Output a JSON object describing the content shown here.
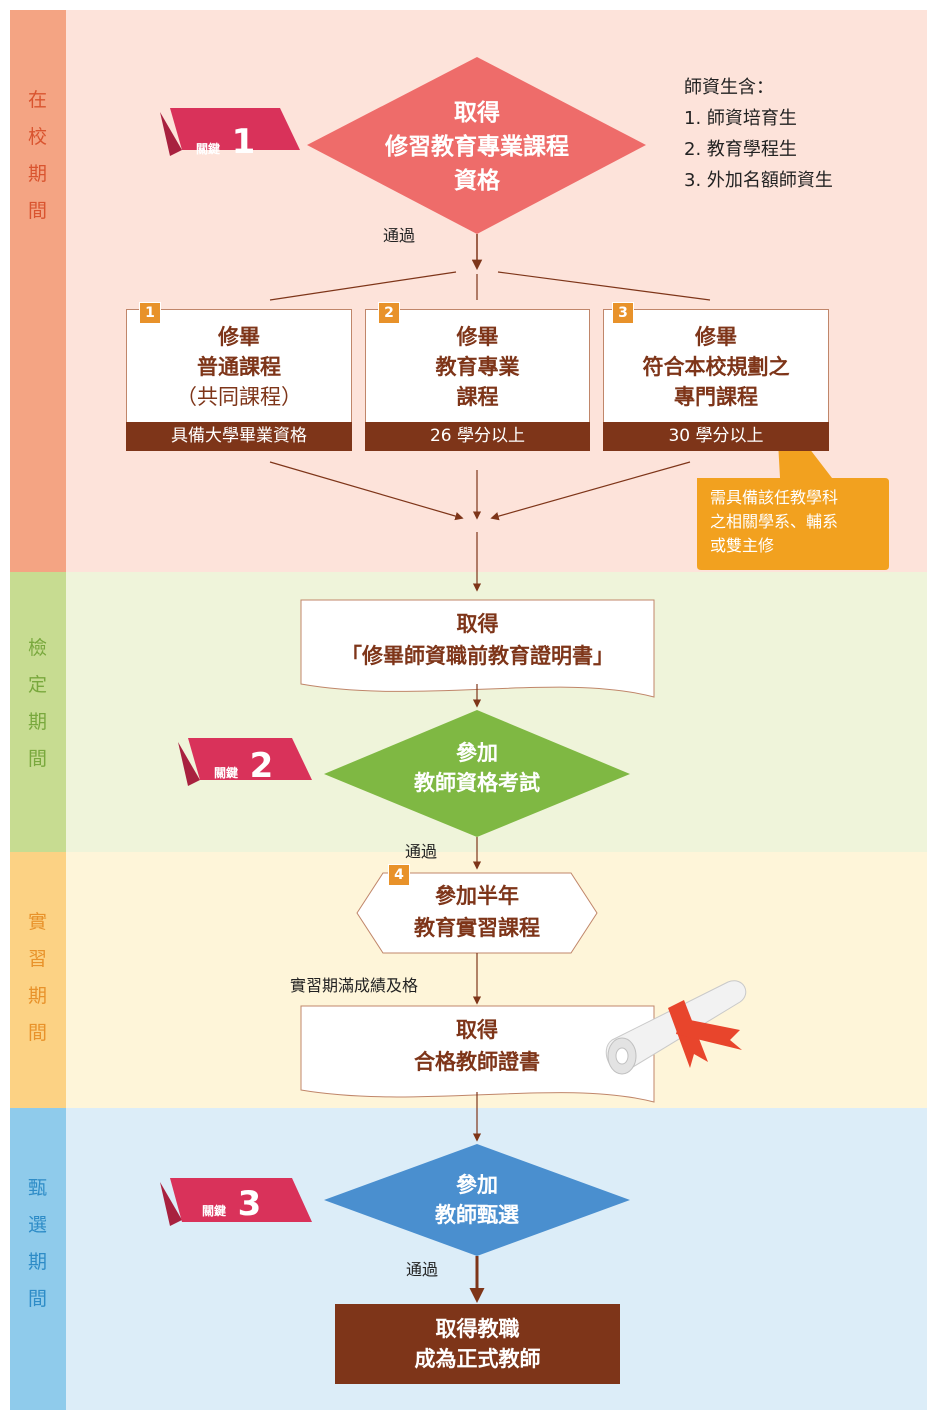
{
  "phases": [
    {
      "label": "在校期間",
      "bar_color": "#f4a483",
      "bg_color": "#fde3da",
      "text_color": "#d9542f"
    },
    {
      "label": "檢定期間",
      "bar_color": "#c7dc91",
      "bg_color": "#eff4da",
      "text_color": "#79a83d"
    },
    {
      "label": "實習期間",
      "bar_color": "#fcd284",
      "bg_color": "#fef5d9",
      "text_color": "#e8922a"
    },
    {
      "label": "甄選期間",
      "bar_color": "#8fcbeb",
      "bg_color": "#dcedf8",
      "text_color": "#2e8cc7"
    }
  ],
  "keys": [
    {
      "label": "關鍵",
      "number": "1"
    },
    {
      "label": "關鍵",
      "number": "2"
    },
    {
      "label": "關鍵",
      "number": "3"
    }
  ],
  "step1": {
    "line1": "取得",
    "line2": "修習教育專業課程",
    "line3": "資格"
  },
  "note": {
    "title": "師資生含：",
    "items": [
      "1. 師資培育生",
      "2. 教育學程生",
      "3. 外加名額師資生"
    ]
  },
  "pass_label": "通過",
  "courses": [
    {
      "badge": "1",
      "lines": [
        "修畢",
        "普通課程",
        "（共同課程）"
      ],
      "footer": "具備大學畢業資格"
    },
    {
      "badge": "2",
      "lines": [
        "修畢",
        "教育專業",
        "課程"
      ],
      "footer": "26 學分以上"
    },
    {
      "badge": "3",
      "lines": [
        "修畢",
        "符合本校規劃之",
        "專門課程"
      ],
      "footer": "30 學分以上"
    }
  ],
  "callout": {
    "lines": [
      "需具備該任教學科",
      "之相關學系、輔系",
      "或雙主修"
    ]
  },
  "certificate": {
    "line1": "取得",
    "line2": "「修畢師資職前教育證明書」"
  },
  "exam": {
    "line1": "參加",
    "line2": "教師資格考試"
  },
  "internship": {
    "badge": "4",
    "line1": "參加半年",
    "line2": "教育實習課程"
  },
  "internship_pass": "實習期滿成績及格",
  "license": {
    "line1": "取得",
    "line2": "合格教師證書"
  },
  "selection": {
    "line1": "參加",
    "line2": "教師甄選"
  },
  "final": {
    "line1": "取得教職",
    "line2": "成為正式教師"
  },
  "colors": {
    "red_diamond": "#ee6c6a",
    "green_diamond": "#7fb843",
    "blue_diamond": "#4a8fcf",
    "ribbon": "#d9325a",
    "brown": "#7e3519",
    "orange": "#f2a11f"
  }
}
